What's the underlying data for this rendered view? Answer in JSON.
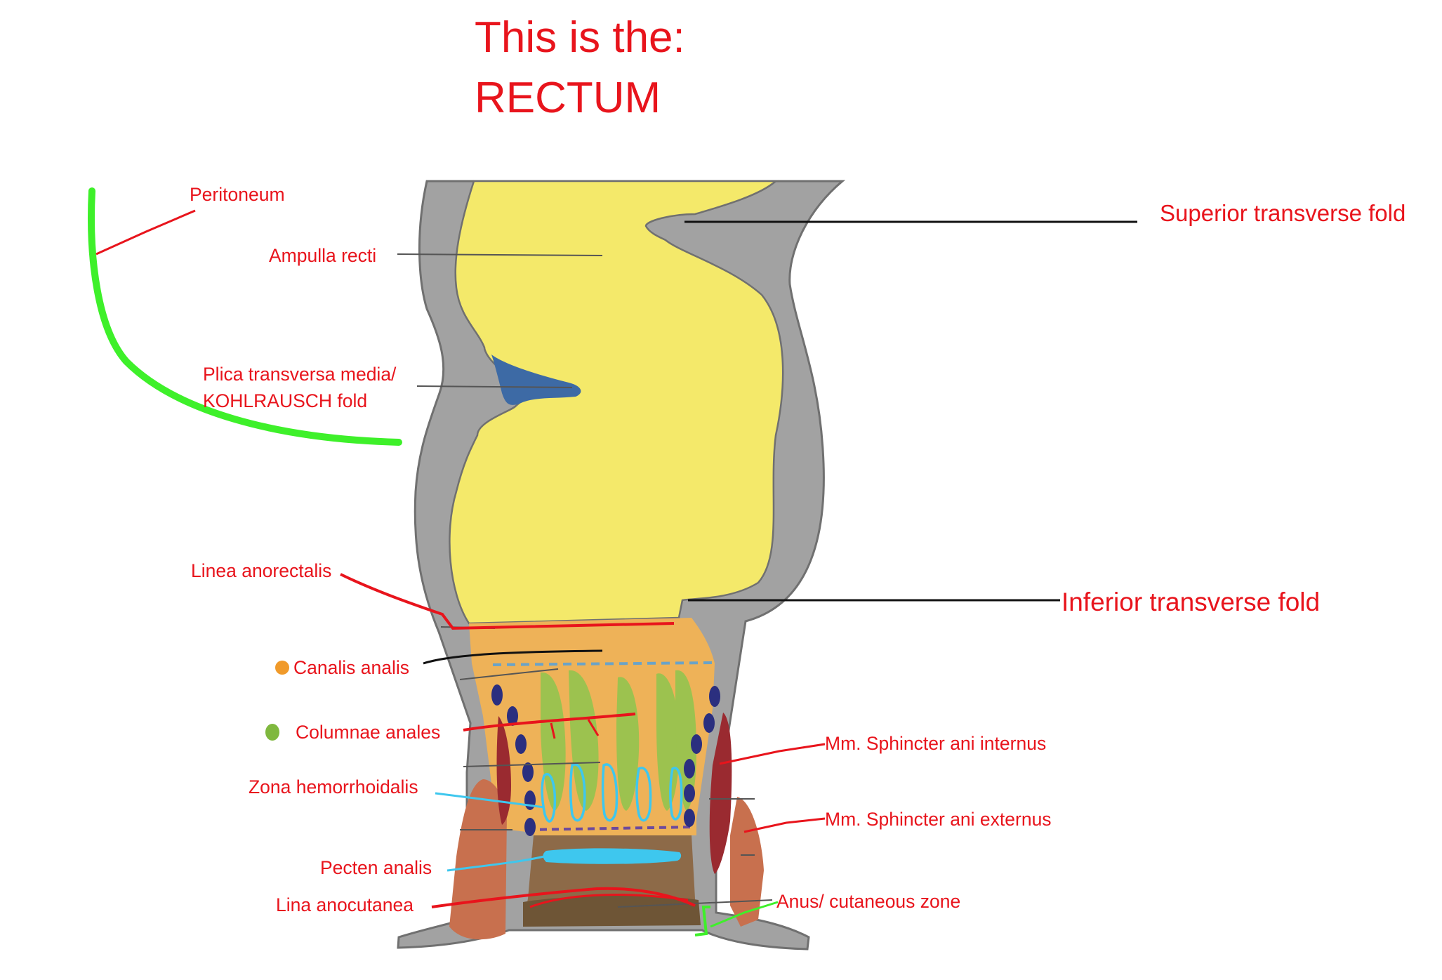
{
  "title": {
    "line1": "This is the:",
    "line2": "RECTUM"
  },
  "labels": {
    "peritoneum": "Peritoneum",
    "ampulla_recti": "Ampulla recti",
    "plica_line1": "Plica transversa media/",
    "plica_line2": "KOHLRAUSCH fold",
    "superior_fold": "Superior transverse fold",
    "inferior_fold": "Inferior transverse fold",
    "linea_anorectalis": "Linea anorectalis",
    "canalis_analis": "Canalis analis",
    "columnae_anales": "Columnae anales",
    "zona_hemorrhoidalis": "Zona hemorrhoidalis",
    "pecten_analis": "Pecten analis",
    "lina_anocutanea": "Lina anocutanea",
    "sphincter_internus": "Mm. Sphincter ani internus",
    "sphincter_externus": "Mm. Sphincter ani externus",
    "anus_cutaneous": "Anus/ cutaneous zone"
  },
  "colors": {
    "label_red": "#e8141c",
    "wall_gray": "#a2a2a2",
    "wall_outline": "#707070",
    "lumen_yellow": "#f4e96a",
    "kohlrausch_blue": "#3d6aa5",
    "peritoneum_green": "#3ef02a",
    "anal_canal_orange": "#eeb258",
    "columns_green": "#9cc24f",
    "internal_sphincter": "#9a2a30",
    "external_sphincter": "#c8704e",
    "venous_plexus_navy": "#2b2f7f",
    "hemorrhoid_cyan": "#3ec7ee",
    "pecten_brown": "#8d6a48",
    "anus_skin": "#6e5536",
    "canalis_marker": "#f09a2a",
    "columnae_marker": "#7fb83e"
  }
}
